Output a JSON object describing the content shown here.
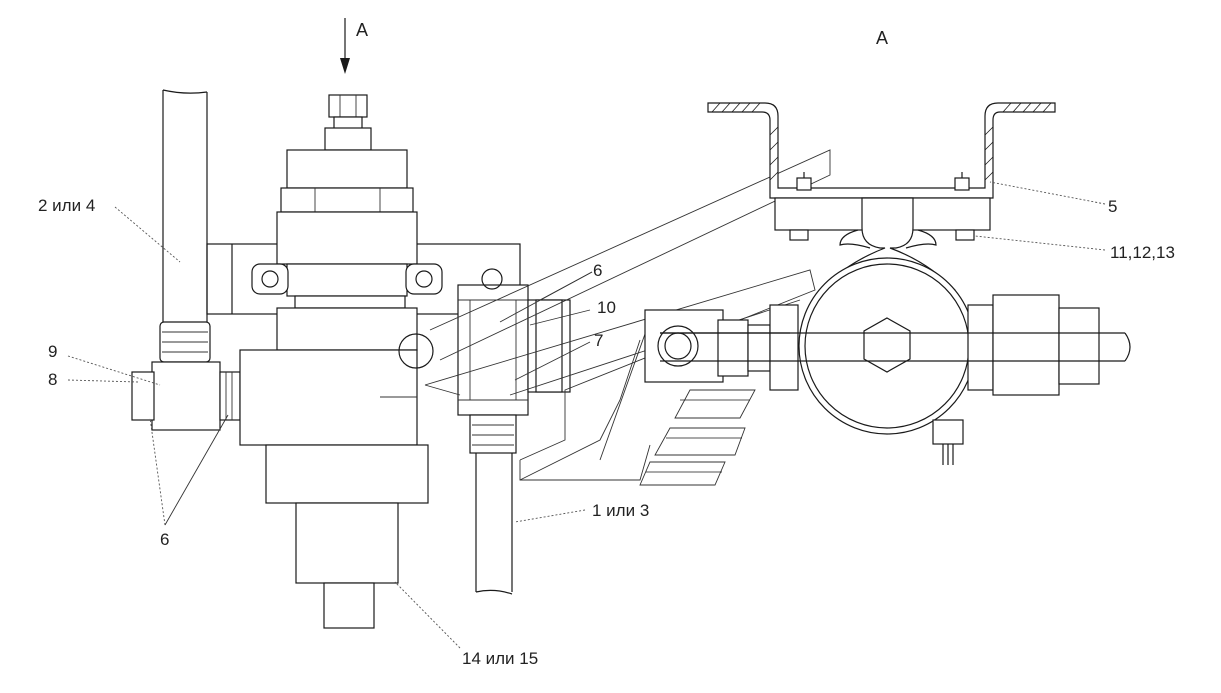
{
  "view_label_arrow": "А",
  "view_label_title": "А",
  "callouts": {
    "c_2_4": "2 или 4",
    "c_9": "9",
    "c_8": "8",
    "c_6_bottom": "6",
    "c_6_top": "6",
    "c_10": "10",
    "c_7": "7",
    "c_5": "5",
    "c_11_13": "11,12,13",
    "c_1_3": "1 или 3",
    "c_14_15": "14 или 15"
  }
}
